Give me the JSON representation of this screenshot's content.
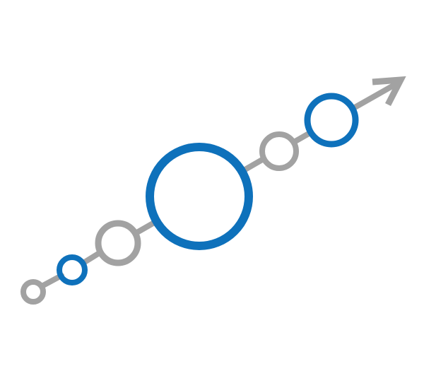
{
  "colors": {
    "gray": "#a2a2a2",
    "blue": "#0e71bb",
    "background": "#ffffff"
  },
  "icons": {
    "arrow": "arrow-head-icon",
    "nodes": [
      "small-gray-node",
      "small-blue-node",
      "medium-gray-node",
      "large-blue-node",
      "medium-gray-node",
      "medium-blue-node"
    ]
  }
}
